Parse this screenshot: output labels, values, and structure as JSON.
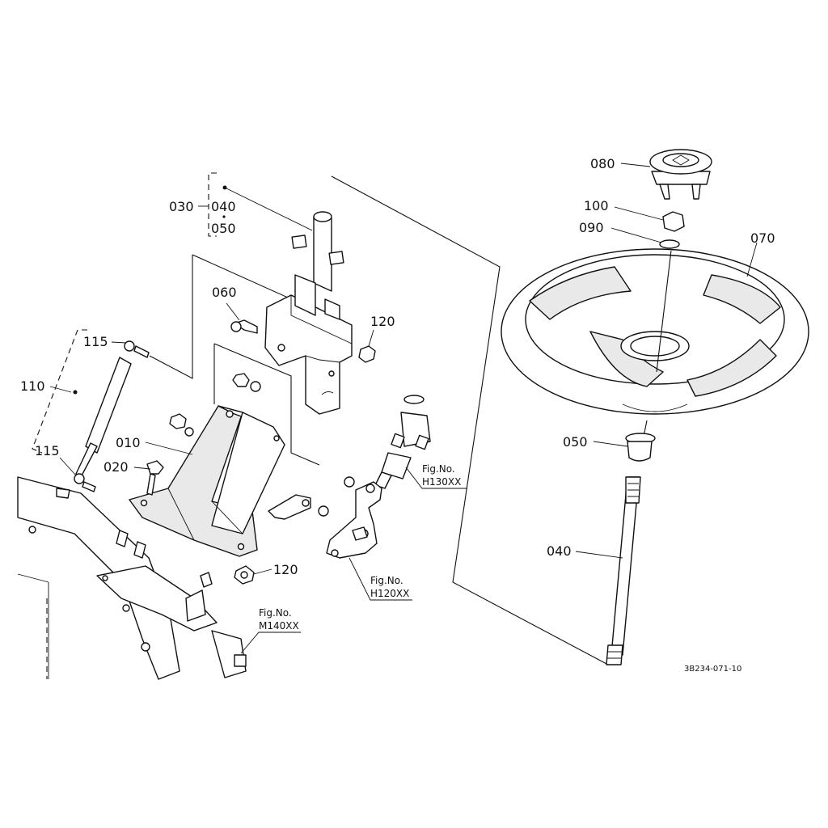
{
  "labels": {
    "p030": "030",
    "p040_top": "040",
    "p050_top": "050",
    "p060": "060",
    "p120_upper": "120",
    "p115_upper": "115",
    "p110": "110",
    "p010": "010",
    "p020": "020",
    "p115_lower": "115",
    "p120_lower": "120",
    "p080": "080",
    "p100": "100",
    "p090": "090",
    "p070": "070",
    "p050": "050",
    "p040": "040"
  },
  "figure_refs": {
    "h130": {
      "prefix": "Fig.No.",
      "code": "H130XX"
    },
    "h120": {
      "prefix": "Fig.No.",
      "code": "H120XX"
    },
    "m140": {
      "prefix": "Fig.No.",
      "code": "M140XX"
    }
  },
  "drawing_code": "3B234-071-10"
}
